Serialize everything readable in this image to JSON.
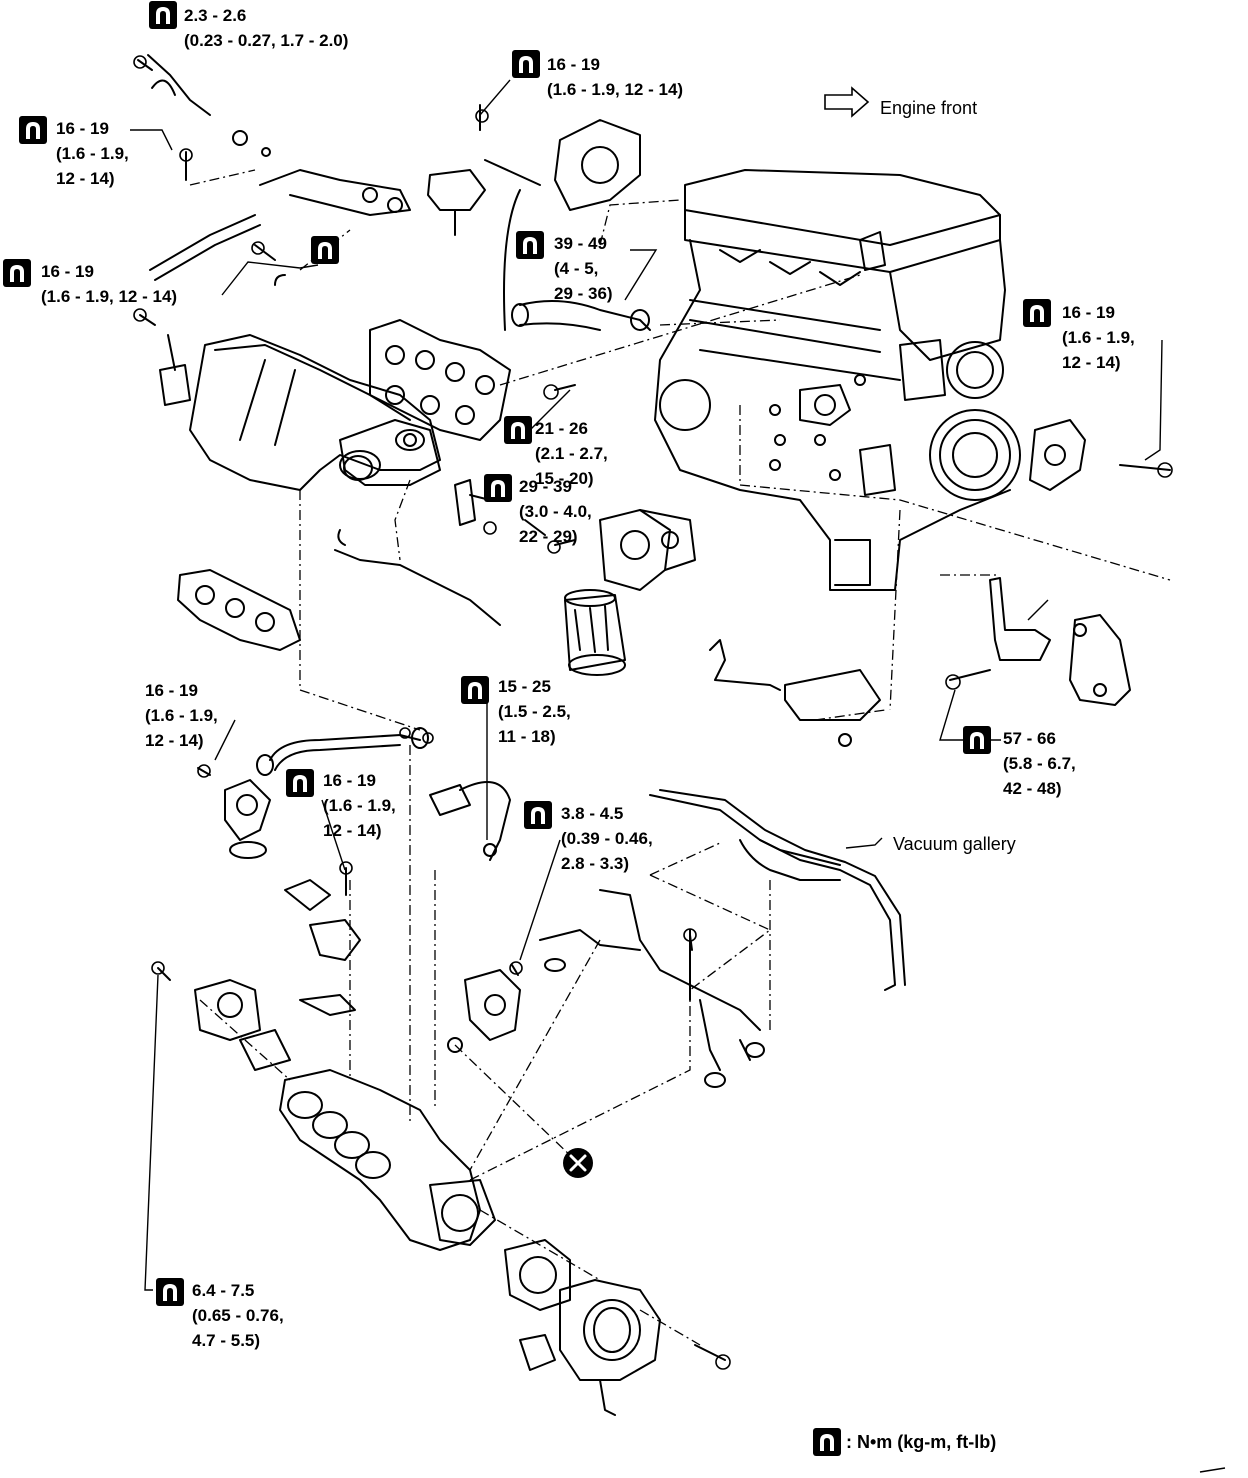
{
  "labels": {
    "engine_front": "Engine front",
    "vacuum_gallery": "Vacuum gallery",
    "legend_unit": ": N•m (kg-m, ft-lb)"
  },
  "torque_specs": [
    {
      "lines": [
        "2.3 - 2.6",
        "(0.23 - 0.27, 1.7 - 2.0)"
      ]
    },
    {
      "lines": [
        "16 - 19",
        "(1.6 - 1.9, 12 - 14)"
      ]
    },
    {
      "lines": [
        "16 - 19",
        "(1.6 - 1.9,",
        "12 - 14)"
      ]
    },
    {
      "lines": [
        "16 - 19",
        "(1.6 - 1.9, 12 - 14)"
      ]
    },
    {
      "lines": [
        "39 - 49",
        "(4 - 5,",
        "29 - 36)"
      ]
    },
    {
      "lines": [
        "16 - 19",
        "(1.6 - 1.9,",
        "12 - 14)"
      ]
    },
    {
      "lines": [
        "21 - 26",
        "(2.1 - 2.7,",
        "15 - 20)"
      ]
    },
    {
      "lines": [
        "29 - 39",
        "(3.0 - 4.0,",
        "22 - 29)"
      ]
    },
    {
      "lines": [
        "16 - 19",
        "(1.6 - 1.9,",
        "12 - 14)"
      ]
    },
    {
      "lines": [
        "15 - 25",
        "(1.5 - 2.5,",
        "11 - 18)"
      ]
    },
    {
      "lines": [
        "57 - 66",
        "(5.8 - 6.7,",
        "42 - 48)"
      ]
    },
    {
      "lines": [
        "16 - 19",
        "(1.6 - 1.9,",
        "12 - 14)"
      ]
    },
    {
      "lines": [
        "3.8 - 4.5",
        "(0.39 - 0.46,",
        "2.8 - 3.3)"
      ]
    },
    {
      "lines": [
        "6.4 - 7.5",
        "(0.65 - 0.76,",
        "4.7 - 5.5)"
      ]
    }
  ]
}
